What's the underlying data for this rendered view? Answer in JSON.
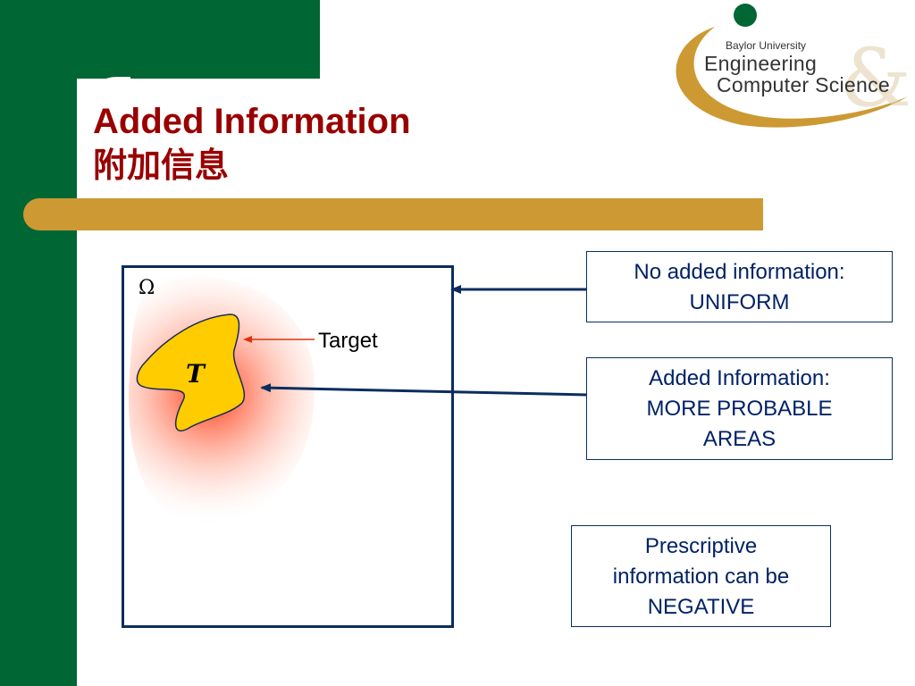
{
  "logo": {
    "university": "Baylor University",
    "line1": "Engineering",
    "line2": "Computer Science",
    "ampersand": "&"
  },
  "slide": {
    "title": "Added Information",
    "subtitle": "附加信息"
  },
  "diagram": {
    "omega": "Ω",
    "target_symbol": "T",
    "target_label": "Target"
  },
  "boxes": {
    "uniform_line1": "No added information:",
    "uniform_line2": "UNIFORM",
    "added_line1": "Added Information:",
    "added_line2": "MORE PROBABLE",
    "added_line3": "AREAS",
    "prescriptive_line1": "Prescriptive",
    "prescriptive_line2": "information can be",
    "prescriptive_line3": "NEGATIVE"
  },
  "colors": {
    "green": "#006633",
    "gold": "#cc9933",
    "title_red": "#990000",
    "navy": "#0b2d5e",
    "target_yellow": "#ffcc00"
  }
}
